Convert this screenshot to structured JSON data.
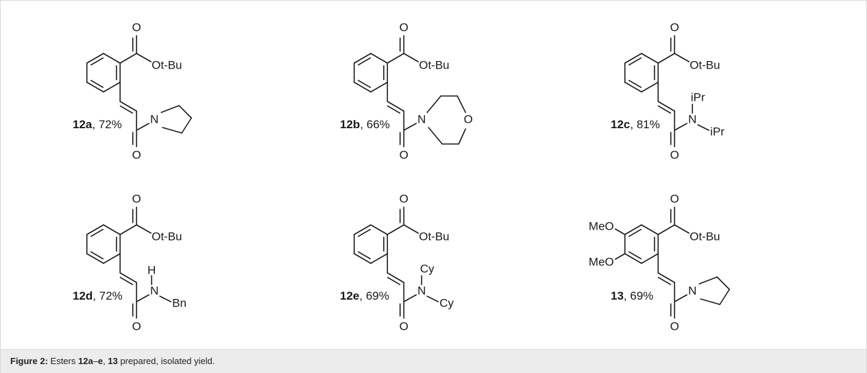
{
  "figure": {
    "caption": {
      "prefix": "Figure 2:",
      "t1": " Esters ",
      "b1": "12a",
      "t2": "–",
      "b2": "e",
      "t3": ", ",
      "b3": "13",
      "t4": " prepared, isolated yield."
    }
  },
  "compounds": [
    {
      "id": "12a",
      "yield": ", 72%",
      "ester": "Ot-Bu",
      "carbonyl_O": "O",
      "amide_O": "O",
      "amine": "pyrrolidine",
      "N": "N"
    },
    {
      "id": "12b",
      "yield": ", 66%",
      "ester": "Ot-Bu",
      "carbonyl_O": "O",
      "amide_O": "O",
      "amine": "morpholine",
      "N": "N",
      "ring_O": "O"
    },
    {
      "id": "12c",
      "yield": ", 81%",
      "ester": "Ot-Bu",
      "carbonyl_O": "O",
      "amide_O": "O",
      "amine": "diisopropylamine",
      "N": "N",
      "sub1": "iPr",
      "sub2": "iPr"
    },
    {
      "id": "12d",
      "yield": ", 72%",
      "ester": "Ot-Bu",
      "carbonyl_O": "O",
      "amide_O": "O",
      "amine": "benzylamine",
      "N": "N",
      "H": "H",
      "sub2": "Bn"
    },
    {
      "id": "12e",
      "yield": ", 69%",
      "ester": "Ot-Bu",
      "carbonyl_O": "O",
      "amide_O": "O",
      "amine": "dicyclohexylamine",
      "N": "N",
      "sub1": "Cy",
      "sub2": "Cy"
    },
    {
      "id": "13",
      "yield": ", 69%",
      "ester": "Ot-Bu",
      "carbonyl_O": "O",
      "amide_O": "O",
      "amine": "pyrrolidine",
      "N": "N",
      "ome1": "MeO",
      "ome2": "MeO"
    }
  ]
}
